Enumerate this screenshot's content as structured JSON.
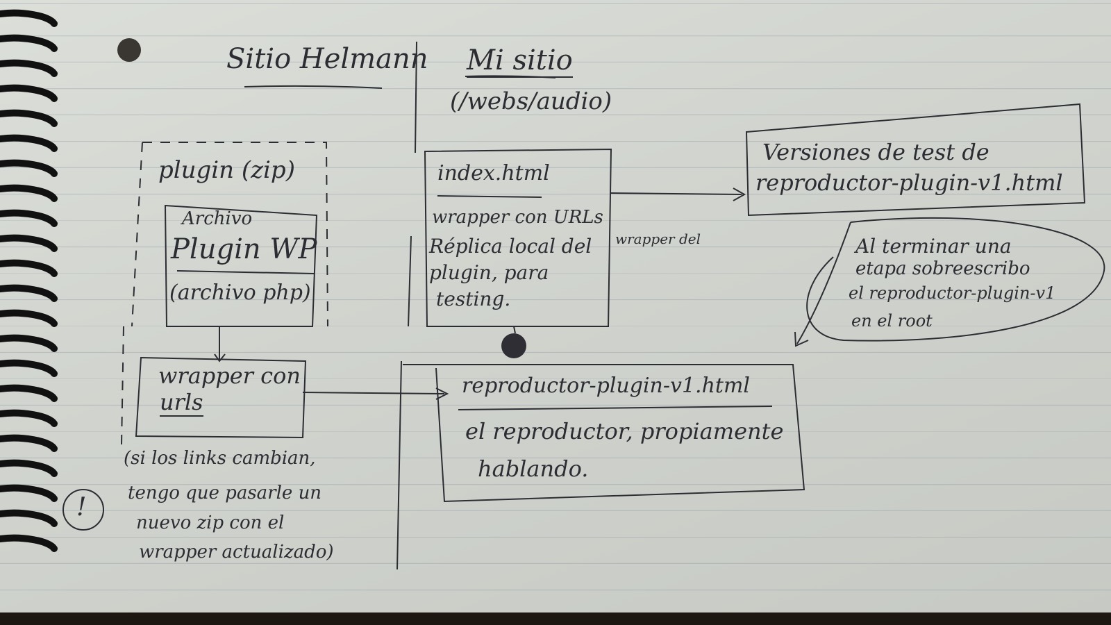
{
  "columns": {
    "left_heading": "Sitio Helmann",
    "right_heading": "Mi sitio",
    "right_subheading": "(/webs/audio)"
  },
  "left_column": {
    "plugin_box_label": "plugin (zip)",
    "archivo_box": {
      "top": "Archivo",
      "title": "Plugin WP",
      "subtitle": "(archivo php)"
    },
    "wrapper_box": {
      "line1": "wrapper con",
      "line2": "urls"
    },
    "warning_note": {
      "mark": "!",
      "lines": [
        "(si los links cambian,",
        "tengo que pasarle un",
        "nuevo zip con el",
        "wrapper actualizado)"
      ]
    }
  },
  "right_column": {
    "index_box": {
      "title": "index.html",
      "lines": [
        "wrapper con URLs",
        "Réplica local del",
        "plugin, para",
        "testing."
      ],
      "side_note": "wrapper del"
    },
    "reproductor_box": {
      "title": "reproductor-plugin-v1.html",
      "lines": [
        "el reproductor, propiamente",
        "hablando."
      ]
    },
    "versiones_box": {
      "lines": [
        "Versiones de test de",
        "reproductor-plugin-v1.html"
      ]
    },
    "stage_note": {
      "lines": [
        "Al terminar una",
        "etapa sobreescribo",
        "el reproductor-plugin-v1",
        "en el root"
      ]
    }
  },
  "colors": {
    "paper": "#d6d9d3",
    "ink": "#2c2c33",
    "ruled_line": "#8e98a6",
    "spiral": "#111111"
  }
}
